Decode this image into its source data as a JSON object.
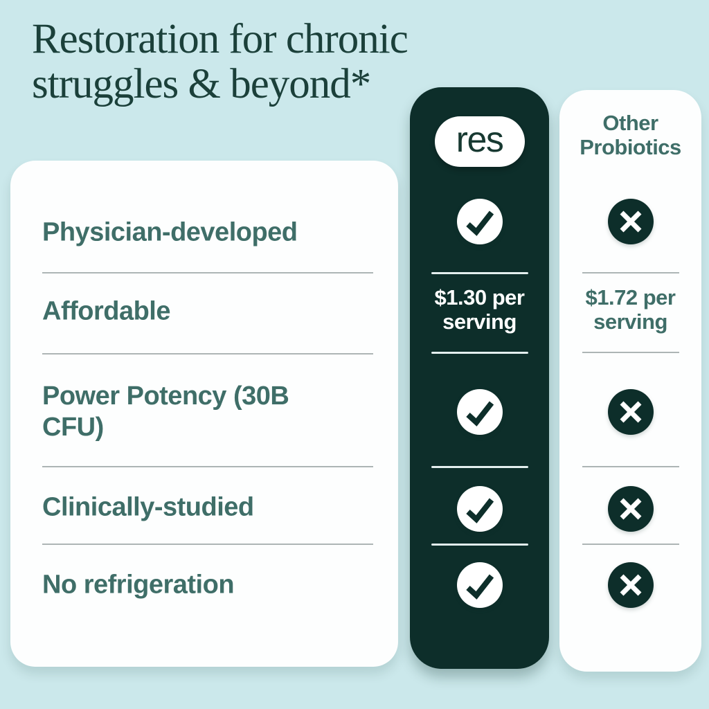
{
  "colors": {
    "background": "#cbe8eb",
    "dark_column": "#0d2e2a",
    "headline_text": "#1b403a",
    "teal_text": "#3f6e68",
    "divider_gray": "#adb5b5",
    "divider_light": "#e3efee",
    "card_white": "#fdfefe"
  },
  "title": {
    "line1": "Restoration for chronic",
    "line2": "struggles & beyond*"
  },
  "features": [
    "Physician-developed",
    "Affordable",
    "Power Potency (30B CFU)",
    "Clinically-studied",
    "No refrigeration"
  ],
  "res_column": {
    "brand": "res",
    "price": "$1.30 per serving",
    "marks": [
      "check",
      "check",
      "check",
      "check"
    ]
  },
  "other_column": {
    "header": "Other Probiotics",
    "price": "$1.72 per serving",
    "marks": [
      "cross",
      "cross",
      "cross",
      "cross"
    ]
  },
  "chart_data": {
    "type": "table",
    "title": "Restoration for chronic struggles & beyond*",
    "columns": [
      "Feature",
      "res",
      "Other Probiotics"
    ],
    "rows": [
      [
        "Physician-developed",
        "yes",
        "no"
      ],
      [
        "Affordable",
        "$1.30 per serving",
        "$1.72 per serving"
      ],
      [
        "Power Potency (30B CFU)",
        "yes",
        "no"
      ],
      [
        "Clinically-studied",
        "yes",
        "no"
      ],
      [
        "No refrigeration",
        "yes",
        "no"
      ]
    ]
  }
}
